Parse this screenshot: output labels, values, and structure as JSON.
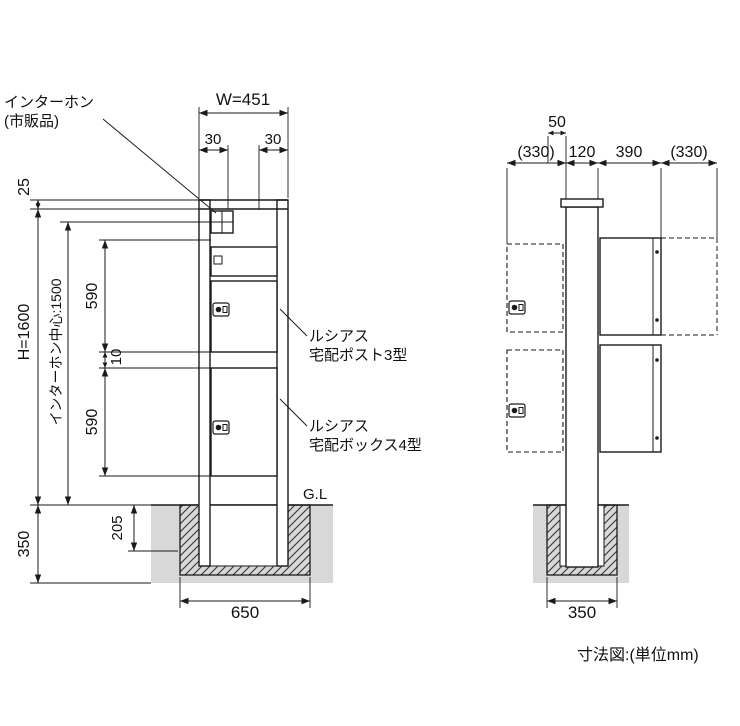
{
  "front_view": {
    "labels": {
      "intercom1": "インターホン",
      "intercom2": "(市販品)",
      "ground": "G.L",
      "post3_1": "ルシアス",
      "post3_2": "宅配ポスト3型",
      "box4_1": "ルシアス",
      "box4_2": "宅配ボックス4型"
    },
    "dimensions": {
      "overall_width": "W=451",
      "left_offset": "30",
      "right_offset": "30",
      "cap_height": "25",
      "overall_height": "H=1600",
      "intercom_center": "インターホン中心:1500",
      "upper_unit": "590",
      "unit_gap": "10",
      "lower_unit": "590",
      "foundation_depth": "350",
      "embed_depth": "205",
      "foundation_width": "650"
    }
  },
  "side_view": {
    "dimensions": {
      "clearance": "50",
      "swing_front": "(330)",
      "post_depth": "120",
      "box_depth": "390",
      "swing_rear": "(330)",
      "foundation_width": "350"
    }
  },
  "footer": {
    "caption": "寸法図:(単位mm)"
  },
  "colors": {
    "line": "#1a1a1a",
    "foundation_gray": "#d8d8d8"
  }
}
